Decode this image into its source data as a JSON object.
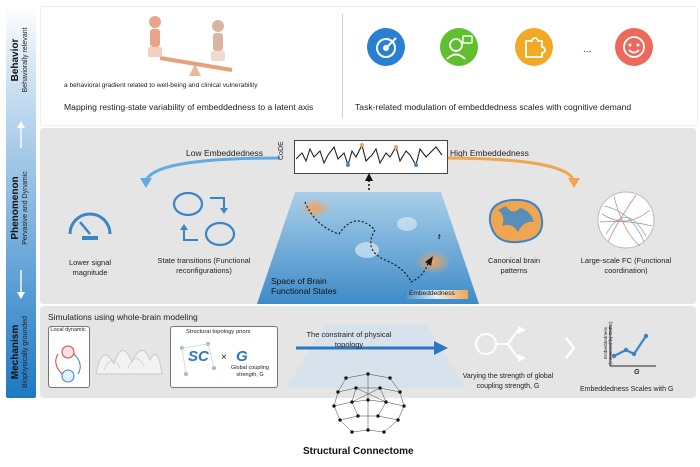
{
  "levels": {
    "behavior": {
      "title": "Behavior",
      "subtitle": "Behaviorally relevant"
    },
    "phenomenon": {
      "title": "Phenomenon",
      "subtitle": "Pervasive and Dynamic"
    },
    "mechanism": {
      "title": "Mechanism",
      "subtitle": "Biophysically grounded"
    }
  },
  "behavior_band": {
    "gradient_text": "a behavioral gradient related to well-being and clinical vulnerability",
    "latent_axis_text": "Mapping resting-state variability of embeddedness to a latent axis",
    "task_text": "Task-related modulation of embeddedness scales with cognitive demand",
    "ellipsis": "...",
    "icons": [
      {
        "name": "target-arrow-icon",
        "color": "#2a7fd0"
      },
      {
        "name": "person-speech-icon",
        "color": "#5fbf2e"
      },
      {
        "name": "puzzle-icon",
        "color": "#f2a926"
      },
      {
        "name": "smiley-face-icon",
        "color": "#ec6a5c"
      }
    ]
  },
  "phenomenon_band": {
    "low_label": "Low Embeddedness",
    "high_label": "High Embeddedness",
    "code_label": "CoDE",
    "lower_signal": "Lower signal magnitude",
    "state_transitions": "State transitions (Functional reconfigurations)",
    "canonical": "Canonical brain patterns",
    "large_scale": "Large-scale FC (Functional coordination)",
    "space_label": "Space of Brain Functional States",
    "embeddedness_bar": "Embeddedness",
    "t_label": "t"
  },
  "mechanism_band": {
    "title": "Simulations using whole-brain modeling",
    "local_dynamic": "Local dynamic",
    "structural_priors": "Structural topology priors",
    "sc": "SC",
    "times": "×",
    "g": "G",
    "global_coupling": "Global coupling strength, G",
    "constraint": "The constraint of physical topology",
    "varying": "Varying the strength of global coupling strength, G",
    "axis_y": "Embeddedness (measured by CoDE)",
    "axis_x": "G",
    "scales": "Embeddedness Scales with G",
    "connectome": "Structural Connectome"
  },
  "colors": {
    "blue": "#1e79c4",
    "orange": "#e8a040",
    "band_gray": "#e4e4e4"
  }
}
